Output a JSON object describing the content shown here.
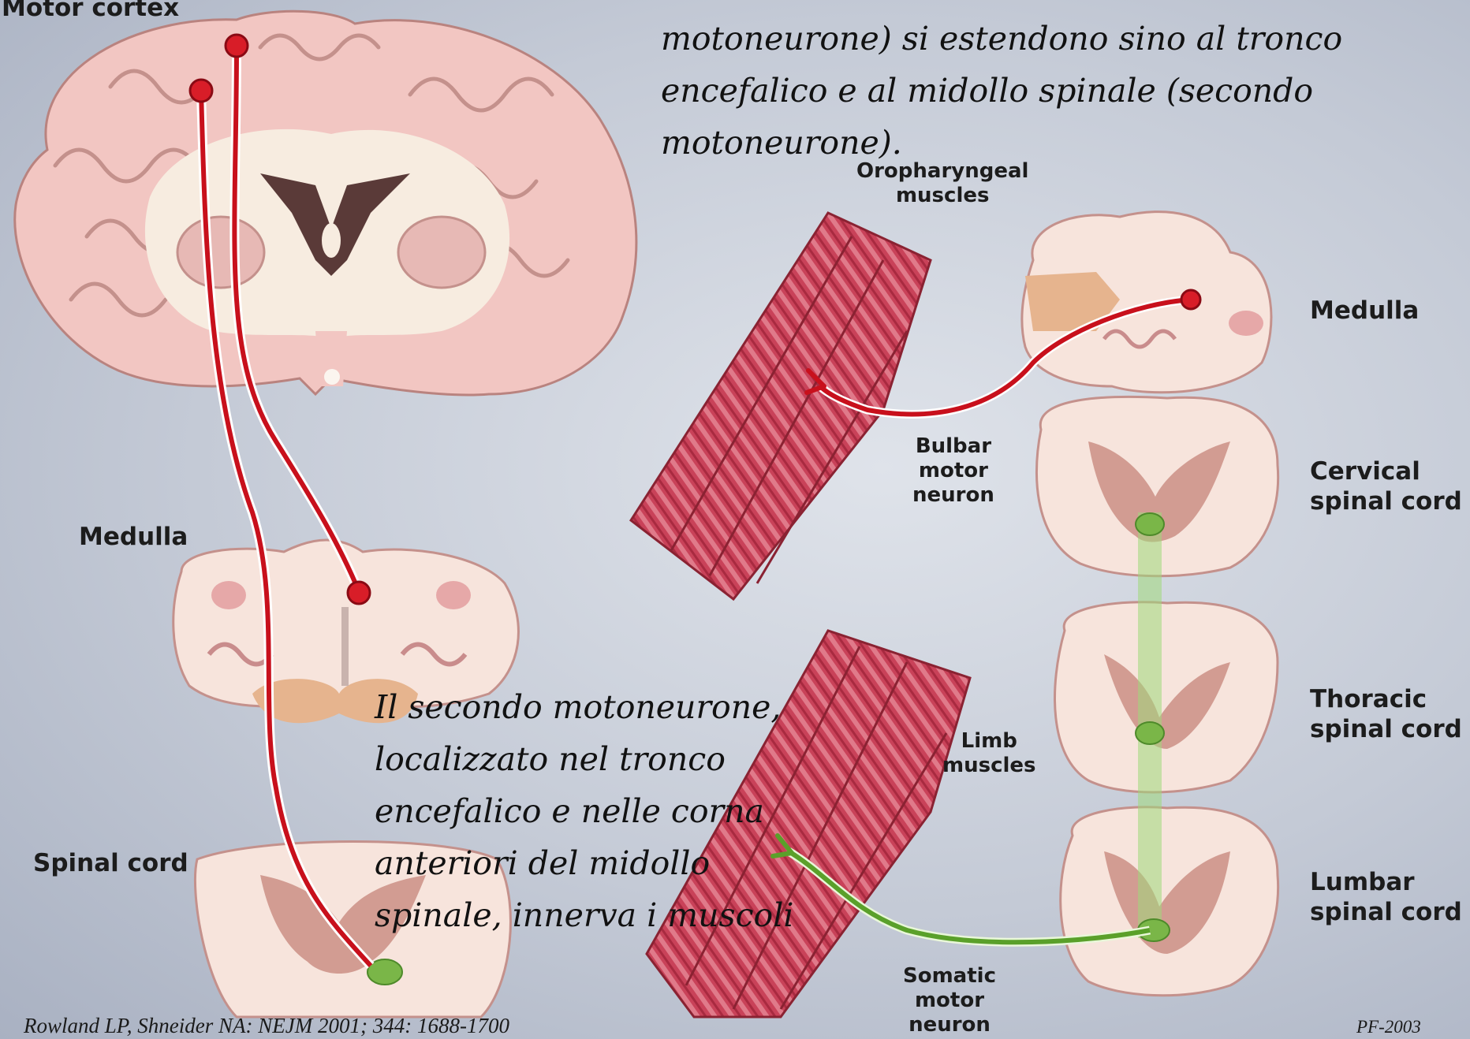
{
  "labels": {
    "motor_cortex": "Motor cortex",
    "medulla_left": "Medulla",
    "spinal_cord_left": "Spinal cord",
    "oropharyngeal": "Oropharyngeal\nmuscles",
    "bulbar_neuron": "Bulbar\nmotor\nneuron",
    "limb_muscles": "Limb\nmuscles",
    "somatic_neuron": "Somatic\nmotor\nneuron",
    "medulla_right": "Medulla",
    "cervical": "Cervical\nspinal cord",
    "thoracic": "Thoracic\nspinal cord",
    "lumbar": "Lumbar\nspinal cord"
  },
  "text_top": "motoneurone) si estendono sino al tronco\nencefalico e al midollo spinale (secondo\nmotoneurone).",
  "text_middle": "Il secondo motoneurone,\nlocalizzato nel tronco\nencefalico e nelle corna\nanteriori del midollo\nspinale, innerva i muscoli",
  "citation": "Rowland LP, Shneider NA: NEJM 2001; 344: 1688-1700",
  "footer_code": "PF-2003",
  "colors": {
    "upper_motor_neuron": "#c8101c",
    "lower_motor_neuron": "#5aa02a",
    "brain_tissue": "#f2c6c2",
    "white_matter": "#f7ece0",
    "muscle": "#c93d52"
  }
}
